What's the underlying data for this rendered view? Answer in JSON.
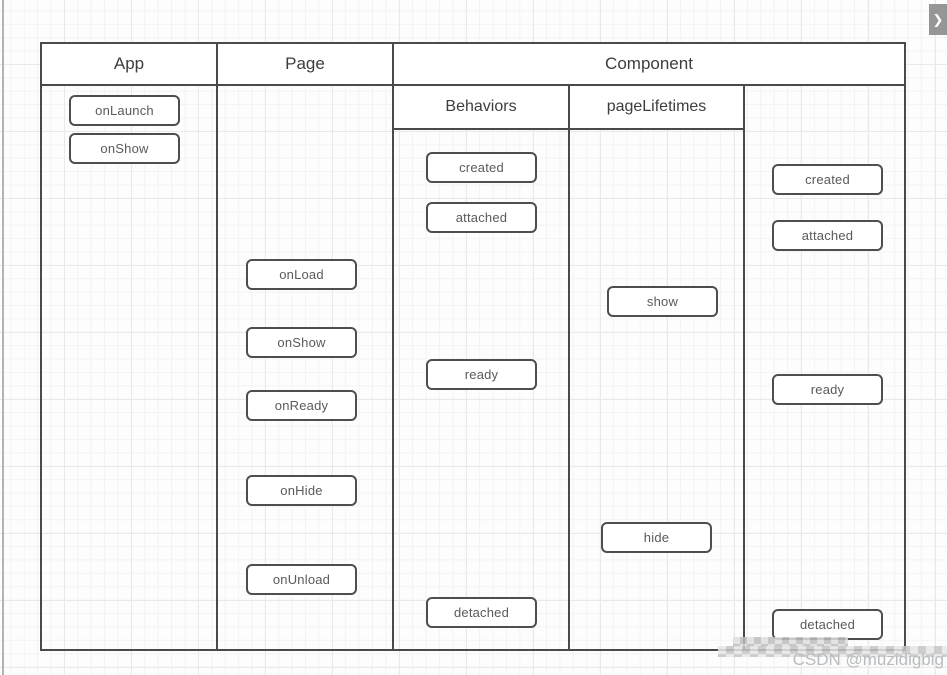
{
  "diagram": {
    "columns": {
      "app": {
        "label": "App"
      },
      "page": {
        "label": "Page"
      },
      "component": {
        "label": "Component"
      },
      "behaviors": {
        "label": "Behaviors"
      },
      "page_lifetimes": {
        "label": "pageLifetimes"
      }
    },
    "boxes": {
      "app": [
        {
          "label": "onLaunch"
        },
        {
          "label": "onShow"
        }
      ],
      "page": [
        {
          "label": "onLoad"
        },
        {
          "label": "onShow"
        },
        {
          "label": "onReady"
        },
        {
          "label": "onHide"
        },
        {
          "label": "onUnload"
        }
      ],
      "behaviors": [
        {
          "label": "created"
        },
        {
          "label": "attached"
        },
        {
          "label": "ready"
        },
        {
          "label": "detached"
        }
      ],
      "page_lifetimes": [
        {
          "label": "show"
        },
        {
          "label": "hide"
        }
      ],
      "component_lifetimes": [
        {
          "label": "created"
        },
        {
          "label": "attached"
        },
        {
          "label": "ready"
        },
        {
          "label": "detached"
        }
      ]
    }
  },
  "panel_toggle": {
    "chevron": "❯"
  },
  "watermark": {
    "text": "CSDN @muzidigbig"
  },
  "colors": {
    "table_border": "#4a4a4a",
    "box_border": "#4e4e4e",
    "box_text": "#5a5a5a",
    "header_text": "#3d3d3d",
    "grid_minor": "#f3f3f5",
    "grid_major": "#e9e9ec",
    "canvas_edge": "#b3b3b3",
    "panel_tab": "#969696",
    "watermark_text": "#b9bcbe"
  }
}
